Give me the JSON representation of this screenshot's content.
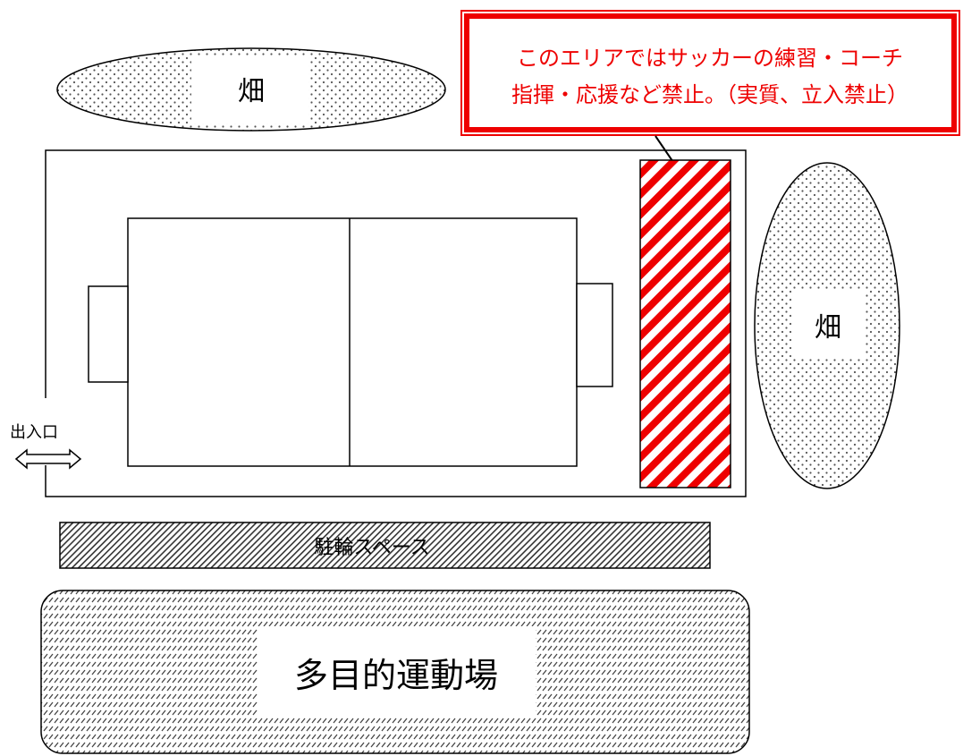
{
  "warning": {
    "line1": "このエリアではサッカーの練習・コーチ",
    "line2": "指揮・応援など禁止。（実質、立入禁止）",
    "color": "#ee0000"
  },
  "field_top_label": "畑",
  "field_right_label": "畑",
  "entrance_label": "出入口",
  "bicycle_area_label": "駐輪スペース",
  "multipurpose_ground_label": "多目的運動場",
  "restricted_area_color": "#ee0000"
}
